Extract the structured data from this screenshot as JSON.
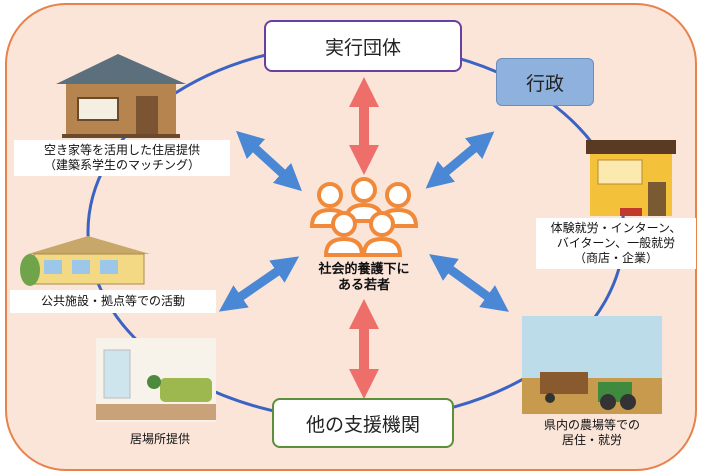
{
  "diagram": {
    "top_box": "実行団体",
    "right_top_box": "行政",
    "bottom_box": "他の支援機関",
    "center_label_line1": "社会的養護下に",
    "center_label_line2": "ある若者",
    "nodes": {
      "housing_line1": "空き家等を活用した住居提供",
      "housing_line2": "（建築系学生のマッチング）",
      "public_facility": "公共施設・拠点等での活動",
      "shelter": "居場所提供",
      "work_line1": "体験就労・インターン、",
      "work_line2": "バイターン、一般就労",
      "work_line3": "（商店・企業）",
      "farm_line1": "県内の農場等での",
      "farm_line2": "居住・就労"
    }
  },
  "colors": {
    "background_fill": "#fbe5d9",
    "background_border": "#e8824a",
    "ring": "#3b63c4",
    "blue_arrow": "#4a87d4",
    "red_arrow": "#ee6e6a",
    "people_icon": "#f08a3a",
    "top_box_border": "#6b3fa0",
    "right_box_fill": "#8fb1dd",
    "bottom_box_border": "#5b8f3a"
  }
}
